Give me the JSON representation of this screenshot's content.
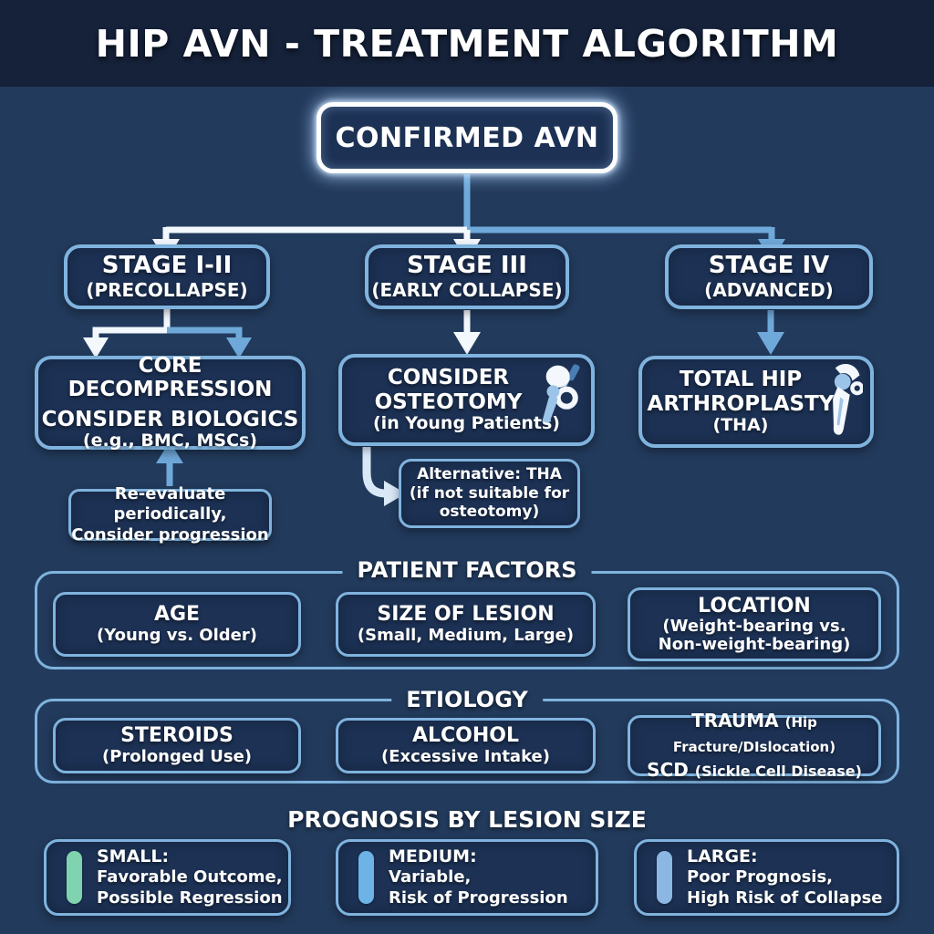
{
  "title": "HIP AVN - TREATMENT ALGORITHM",
  "root": {
    "label": "CONFIRMED AVN"
  },
  "stages": [
    {
      "title": "STAGE I-II",
      "subtitle": "(PRECOLLAPSE)"
    },
    {
      "title": "STAGE III",
      "subtitle": "(EARLY COLLAPSE)"
    },
    {
      "title": "STAGE IV",
      "subtitle": "(ADVANCED)"
    }
  ],
  "treatments": {
    "stage12": {
      "line1": "CORE DECOMPRESSION",
      "line2": "CONSIDER BIOLOGICS",
      "line3": "(e.g., BMC, MSCs)"
    },
    "stage12_note": {
      "line1": "Re-evaluate periodically,",
      "line2": "Consider progression"
    },
    "stage3": {
      "line1": "CONSIDER",
      "line2": "OSTEOTOMY",
      "line3": "(in Young Patients)",
      "icon": "hip-osteotomy-icon"
    },
    "stage3_alt": {
      "line1": "Alternative: THA",
      "line2": "(if not suitable for",
      "line3": "osteotomy)"
    },
    "stage4": {
      "line1": "TOTAL HIP",
      "line2": "ARTHROPLASTY",
      "line3": "(THA)",
      "icon": "hip-implant-icon"
    }
  },
  "patient_factors": {
    "title": "PATIENT FACTORS",
    "items": [
      {
        "title": "AGE",
        "subtitle": "(Young vs. Older)"
      },
      {
        "title": "SIZE OF LESION",
        "subtitle": "(Small, Medium, Large)"
      },
      {
        "title": "LOCATION",
        "subtitle": "(Weight-bearing vs.",
        "subtitle2": "Non-weight-bearing)"
      }
    ]
  },
  "etiology": {
    "title": "ETIOLOGY",
    "items": [
      {
        "title": "STEROIDS",
        "subtitle": "(Prolonged Use)"
      },
      {
        "title": "ALCOHOL",
        "subtitle": "(Excessive Intake)"
      },
      {
        "line1_title": "TRAUMA",
        "line1_note": "(Hip Fracture/DIslocation)",
        "line2_title": "SCD",
        "line2_note": "(Sickle Cell Disease)"
      }
    ]
  },
  "prognosis": {
    "title": "PROGNOSIS BY LESION SIZE",
    "items": [
      {
        "label": "SMALL:",
        "line1": "Favorable Outcome,",
        "line2": "Possible Regression",
        "color": "#7FD3AE"
      },
      {
        "label": "MEDIUM:",
        "line1": "Variable,",
        "line2": "Risk of Progression",
        "color": "#6DB3E6"
      },
      {
        "label": "LARGE:",
        "line1": "Poor Prognosis,",
        "line2": "High Risk of Collapse",
        "color": "#8CB7E2"
      }
    ]
  },
  "colors": {
    "bg": "#223A5C",
    "band": "#15223A",
    "box_fill": "#1C3154",
    "box_border": "#7FB3DE",
    "arrow_white": "#F3F8FD",
    "arrow_blue": "#6FA9DA",
    "arrow_light": "#D9E8F7"
  }
}
